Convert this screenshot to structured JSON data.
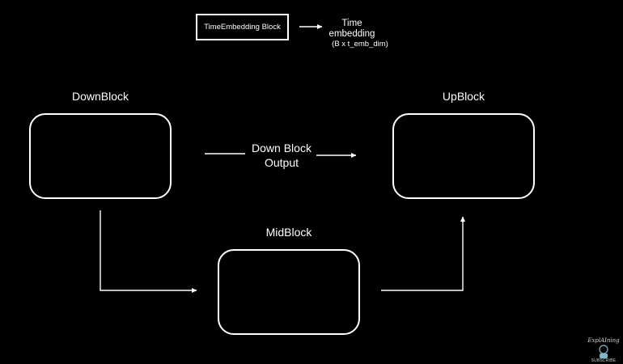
{
  "time_embedding": {
    "block_label": "TimeEmbedding Block",
    "output_label": "Time\nembedding",
    "output_shape": "(B x t_emb_dim)"
  },
  "blocks": {
    "down": {
      "label": "DownBlock"
    },
    "mid": {
      "label": "MidBlock"
    },
    "up": {
      "label": "UpBlock"
    }
  },
  "skip_connection": {
    "label": "Down Block\nOutput"
  },
  "watermark": {
    "logo_text": "ExplAIning",
    "subscribe": "SUBSCRIBE"
  },
  "colors": {
    "background": "#000000",
    "foreground": "#ffffff"
  }
}
